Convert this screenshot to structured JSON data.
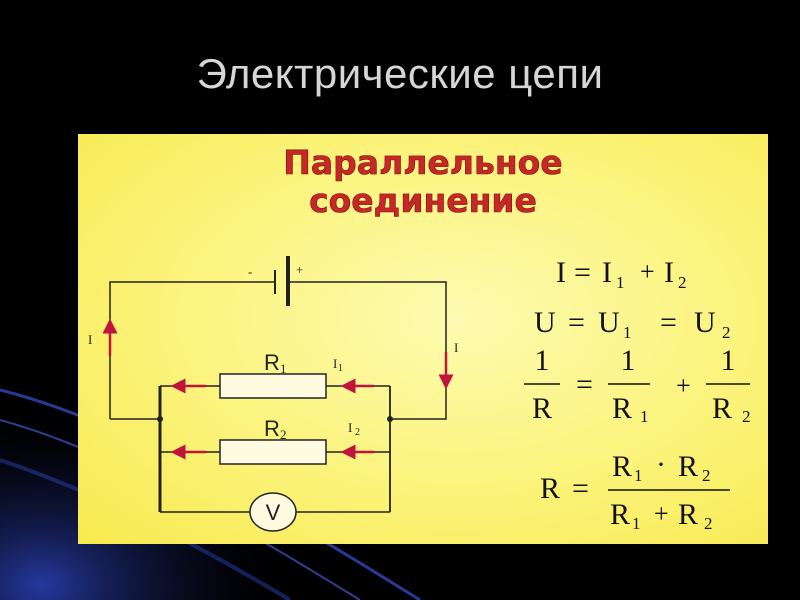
{
  "slide": {
    "title": "Электрические цепи"
  },
  "panel": {
    "heading_line1": "Параллельное",
    "heading_line2": "соединение"
  },
  "circuit": {
    "battery_minus": "-",
    "battery_plus": "+",
    "current_left": "I",
    "current_right": "I",
    "resistor1": "R",
    "resistor1_sub": "1",
    "resistor2": "R",
    "resistor2_sub": "2",
    "current1": "I",
    "current1_sub": "1",
    "current2": "I",
    "current2_sub": "2",
    "voltmeter": "V"
  },
  "formulas": {
    "f1": {
      "a": "I",
      "eq": "=",
      "b": "I",
      "b_sub": "1",
      "plus": "+",
      "c": "I",
      "c_sub": "2"
    },
    "f2": {
      "a": "U",
      "eq1": "=",
      "b": "U",
      "b_sub": "1",
      "eq2": "=",
      "c": "U",
      "c_sub": "2"
    },
    "f3": {
      "one": "1",
      "R": "R",
      "eq": "=",
      "plus": "+",
      "sub1": "1",
      "sub2": "2"
    },
    "f4": {
      "R": "R",
      "eq": "=",
      "dot": "·",
      "plus": "+",
      "sub1": "1",
      "sub2": "2"
    }
  },
  "colors": {
    "background": "#000000",
    "title": "#d6d6d6",
    "panel": "#fbf37a",
    "heading": "#c62828",
    "arrow": "#c0143c"
  }
}
